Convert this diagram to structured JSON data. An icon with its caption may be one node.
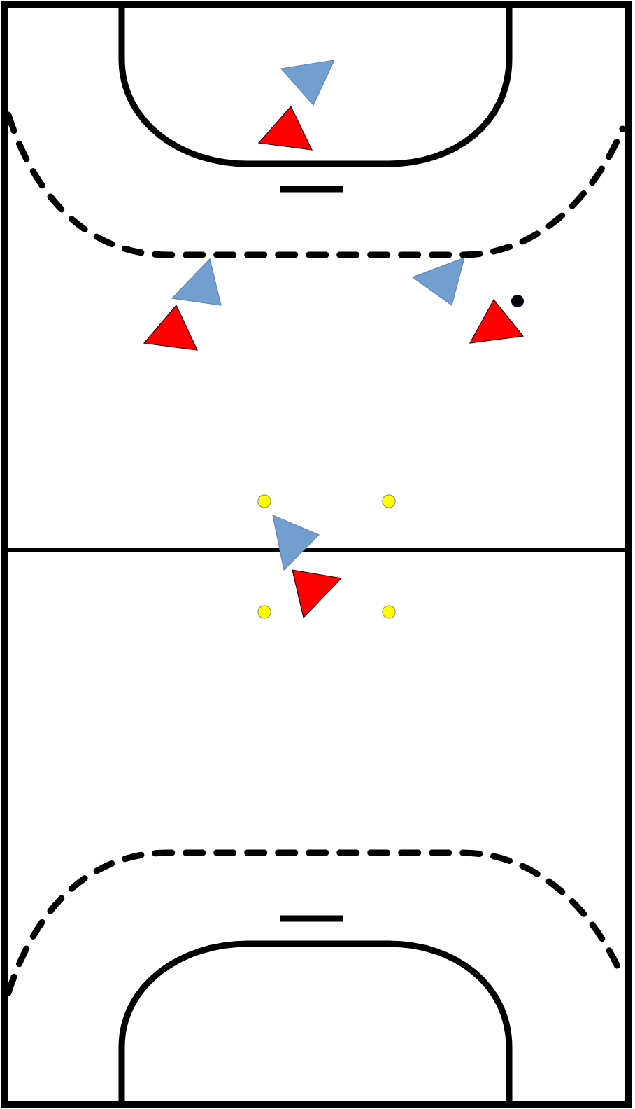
{
  "diagram": {
    "nodes": [
      {
        "text": [],
        "shape": "triangle"
      },
      {
        "text": [],
        "shape": "triangle"
      },
      {
        "text": [],
        "shape": "triangle"
      },
      {
        "text": [],
        "shape": "triangle"
      },
      {
        "text": [],
        "shape": "triangle"
      },
      {
        "text": [],
        "shape": "triangle"
      },
      {
        "text": [],
        "shape": "triangle"
      },
      {
        "text": [],
        "shape": "triangle"
      }
    ]
  }
}
